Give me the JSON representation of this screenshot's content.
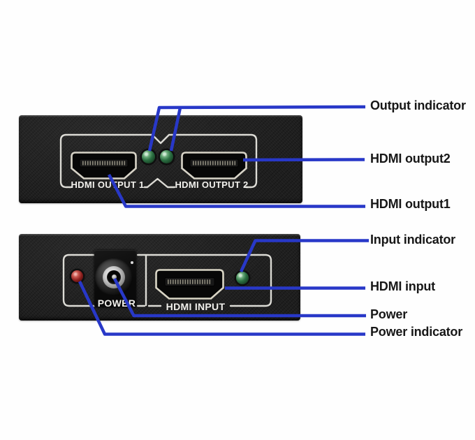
{
  "device": {
    "top_panel": {
      "output1_print": "HDMI OUTPUT 1",
      "output2_print": "HDMI OUTPUT 2"
    },
    "bottom_panel": {
      "power_print": "POWER",
      "input_print": "HDMI INPUT"
    }
  },
  "callouts": [
    {
      "id": "output-indicator",
      "label": "Output indicator"
    },
    {
      "id": "hdmi-output2",
      "label": "HDMI output2"
    },
    {
      "id": "hdmi-output1",
      "label": "HDMI output1"
    },
    {
      "id": "input-indicator",
      "label": "Input indicator"
    },
    {
      "id": "hdmi-input",
      "label": "HDMI input"
    },
    {
      "id": "power",
      "label": "Power"
    },
    {
      "id": "power-indicator",
      "label": "Power indicator"
    }
  ],
  "colors": {
    "callout_line": "#2838c8",
    "label_text": "#171717",
    "panel_black": "#1e1e1e",
    "panel_print_white": "#f2f1ed",
    "port_outline": "#d7d3c7",
    "led_green": "#2b7042",
    "led_red": "#8d201e",
    "background": "#fefefe"
  }
}
